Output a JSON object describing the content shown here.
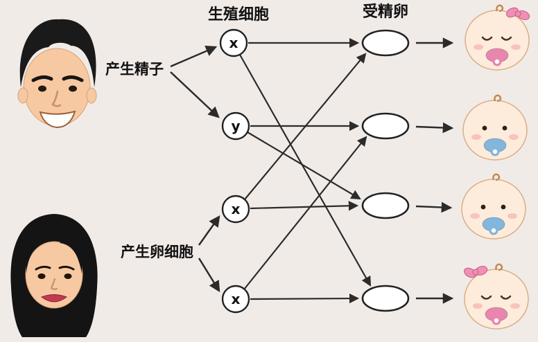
{
  "headers": {
    "gamete_column": "生殖细胞",
    "zygote_column": "受精卵"
  },
  "labels": {
    "father_process": "产生精子",
    "mother_process": "产生卵细胞"
  },
  "gametes": [
    {
      "parent": "father",
      "label": "x"
    },
    {
      "parent": "father",
      "label": "y"
    },
    {
      "parent": "mother",
      "label": "x"
    },
    {
      "parent": "mother",
      "label": "x"
    }
  ],
  "zygotes": {
    "count": 4
  },
  "babies": [
    {
      "gender": "girl",
      "pacifier_color": "#e886ae",
      "bow_color": "#ef8fb4"
    },
    {
      "gender": "boy",
      "pacifier_color": "#82b6dd"
    },
    {
      "gender": "boy",
      "pacifier_color": "#82b6dd"
    },
    {
      "gender": "girl",
      "pacifier_color": "#e886ae",
      "bow_color": "#ef8fb4"
    }
  ],
  "colors": {
    "background": "#f1ebe8",
    "line": "#2b2b2b",
    "girl_accent": "#e886ae",
    "boy_accent": "#82b6dd"
  }
}
